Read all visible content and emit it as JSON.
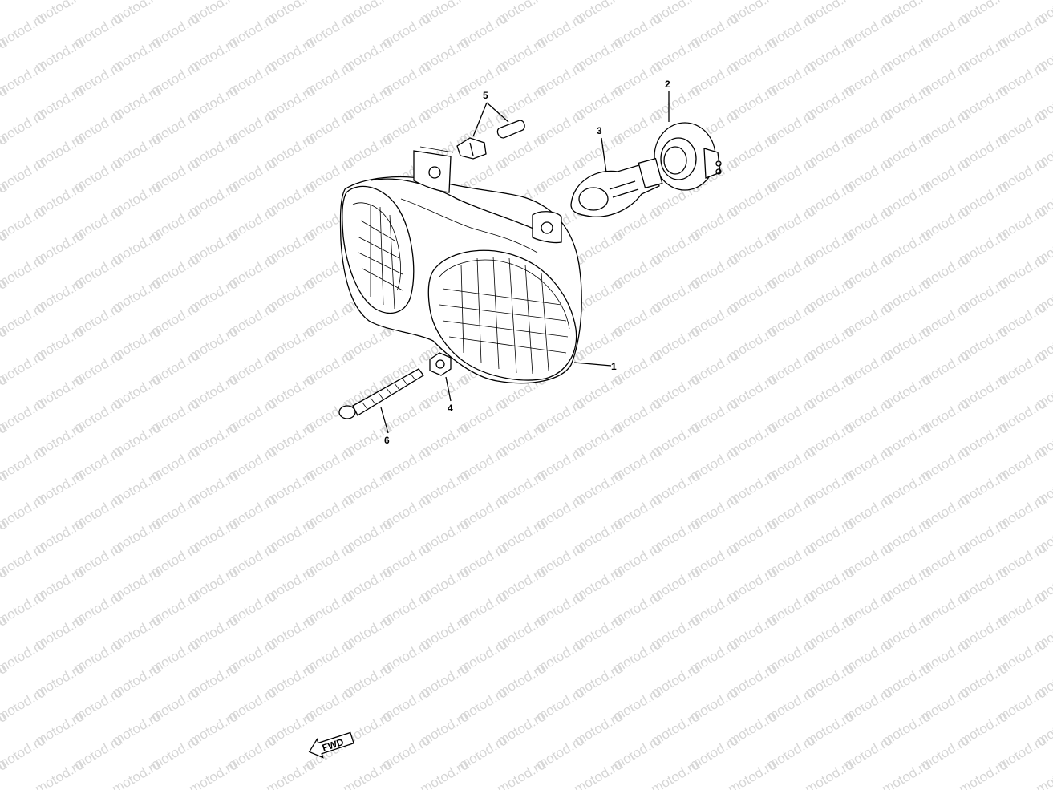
{
  "watermark": {
    "text": "motod.ru",
    "color": "#d6d6d6"
  },
  "callouts": [
    {
      "id": "1",
      "label": "1"
    },
    {
      "id": "2",
      "label": "2"
    },
    {
      "id": "3",
      "label": "3"
    },
    {
      "id": "4",
      "label": "4"
    },
    {
      "id": "5",
      "label": "5"
    },
    {
      "id": "6",
      "label": "6"
    }
  ],
  "direction_indicator": {
    "label": "FWD"
  }
}
